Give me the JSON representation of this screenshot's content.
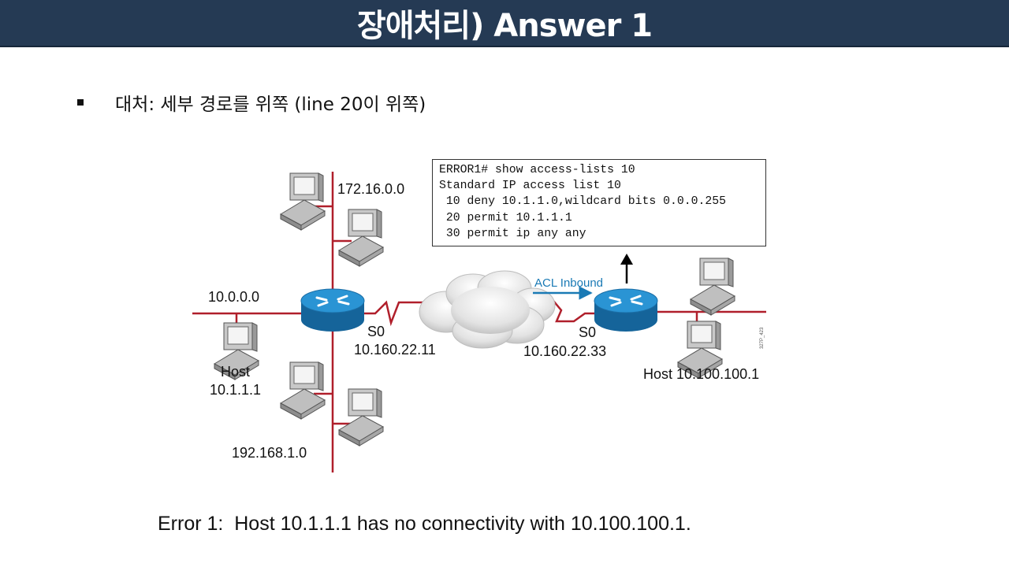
{
  "slide": {
    "title": "장애처리) Answer 1",
    "bullet": "대처: 세부 경로를 위쪽  (line 20이 위쪽)",
    "caption": "Error 1:  Host 10.1.1.1 has no connectivity with 10.100.100.1."
  },
  "diagram": {
    "networks": {
      "top": "172.16.0.0",
      "left": "10.0.0.0",
      "bottom": "192.168.1.0"
    },
    "router_left": {
      "interface": "S0",
      "ip": "10.160.22.11"
    },
    "router_right": {
      "interface": "S0",
      "ip": "10.160.22.33"
    },
    "acl_label": "ACL Inbound",
    "host_left_name": "Host",
    "host_left_ip": "10.1.1.1",
    "host_right": "Host 10.100.100.1",
    "figure_code": "327P_423",
    "cli_lines": [
      "ERROR1# show access-lists 10",
      "Standard IP access list 10",
      " 10 deny 10.1.1.0,wildcard bits 0.0.0.255",
      " 20 permit 10.1.1.1",
      " 30 permit ip any any"
    ]
  },
  "colors": {
    "title_bar": "#253a54",
    "link_red": "#b01f2b",
    "router_blue": "#1c84c6",
    "acl_blue": "#1a7ab5"
  }
}
